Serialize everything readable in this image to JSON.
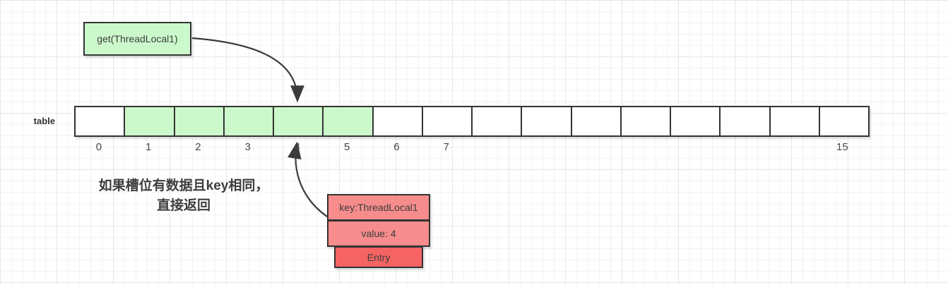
{
  "canvas": {
    "background": "#ffffff",
    "grid_minor_color": "#f3f3f3",
    "grid_major_color": "#e7e7e7"
  },
  "get_box": {
    "label": "get(ThreadLocal1)",
    "fill": "#ccf9cb"
  },
  "table": {
    "label": "table",
    "highlight_fill": "#ccf9cb",
    "cell_fill": "#ffffff",
    "cells": [
      {
        "index": "0",
        "highlighted": false
      },
      {
        "index": "1",
        "highlighted": true
      },
      {
        "index": "2",
        "highlighted": true
      },
      {
        "index": "3",
        "highlighted": true
      },
      {
        "index": "4",
        "highlighted": true
      },
      {
        "index": "5",
        "highlighted": true
      },
      {
        "index": "6",
        "highlighted": false
      },
      {
        "index": "7",
        "highlighted": false
      },
      {
        "index": "",
        "highlighted": false
      },
      {
        "index": "",
        "highlighted": false
      },
      {
        "index": "",
        "highlighted": false
      },
      {
        "index": "",
        "highlighted": false
      },
      {
        "index": "",
        "highlighted": false
      },
      {
        "index": "",
        "highlighted": false
      },
      {
        "index": "",
        "highlighted": false
      },
      {
        "index": "15",
        "highlighted": false
      }
    ]
  },
  "note": {
    "line1": "如果槽位有数据且key相同，",
    "line2": "直接返回"
  },
  "entry": {
    "key": "key:ThreadLocal1",
    "value": "value: 4",
    "title": "Entry",
    "key_fill": "#f68c8c",
    "value_fill": "#f68c8c",
    "title_fill": "#f56363"
  },
  "colors": {
    "shape_border": "#333333",
    "arrow": "#3b3b3b",
    "text": "#3d3d3d"
  }
}
